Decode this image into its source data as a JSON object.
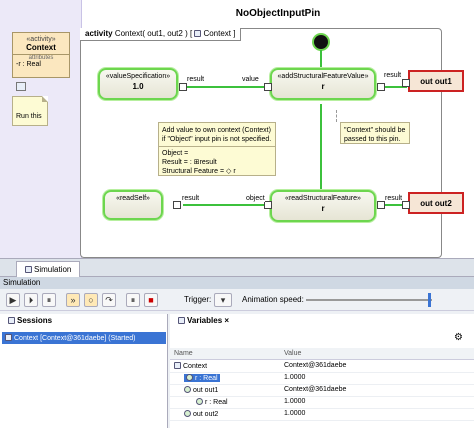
{
  "diagram": {
    "title": "NoObjectInputPin",
    "context_class": {
      "stereotype": "«activity»",
      "name": "Context",
      "attributes_header": "attributes",
      "attribute": "-r : Real"
    },
    "note_small": "Run this",
    "activity_header": {
      "keyword": "activity",
      "signature": "Context( out1, out2 )",
      "tag": "Context"
    },
    "actions": {
      "value_spec": {
        "stereotype": "«valueSpecification»",
        "name": "1.0"
      },
      "add_feature": {
        "stereotype": "«addStructuralFeatureValue»",
        "name": "r"
      },
      "read_self": {
        "stereotype": "«readSelf»",
        "name": ""
      },
      "read_feature": {
        "stereotype": "«readStructuralFeature»",
        "name": "r"
      }
    },
    "pin_labels": {
      "result1": "result",
      "value": "value",
      "result2": "result",
      "result3": "result",
      "object": "object",
      "result4": "result"
    },
    "out_pins": {
      "out1": "out out1",
      "out2": "out out2"
    },
    "note_main": {
      "lines": [
        "Add value to own context (Context)",
        "if \"Object\" input pin is not specified."
      ],
      "fields": [
        "Object =",
        "Result = : ⊞result",
        "Structural Feature = ◇ r"
      ]
    },
    "note_right": "\"Context\" should be passed to this pin."
  },
  "simulation": {
    "tab": "Simulation",
    "title": "Simulation",
    "trigger_label": "Trigger:",
    "speed_label": "Animation speed:",
    "speed_level": 0.97,
    "sessions_tab": "Sessions",
    "session_item": "Context [Context@361daebe] (Started)",
    "variables_tab": "Variables",
    "columns": {
      "name": "Name",
      "value": "Value"
    },
    "rows": [
      {
        "name": "Context",
        "value": "Context@361daebe"
      },
      {
        "name": "r : Real",
        "value": "1.0000"
      },
      {
        "name": "out out1",
        "value": "Context@361daebe"
      },
      {
        "name": "r : Real",
        "value": "1.0000"
      },
      {
        "name": "out out2",
        "value": "1.0000"
      }
    ]
  },
  "colors": {
    "flow": "#3cc13c",
    "highlight": "#6dd64f",
    "outpin": "#cc2222",
    "selection": "#3a74d4"
  }
}
